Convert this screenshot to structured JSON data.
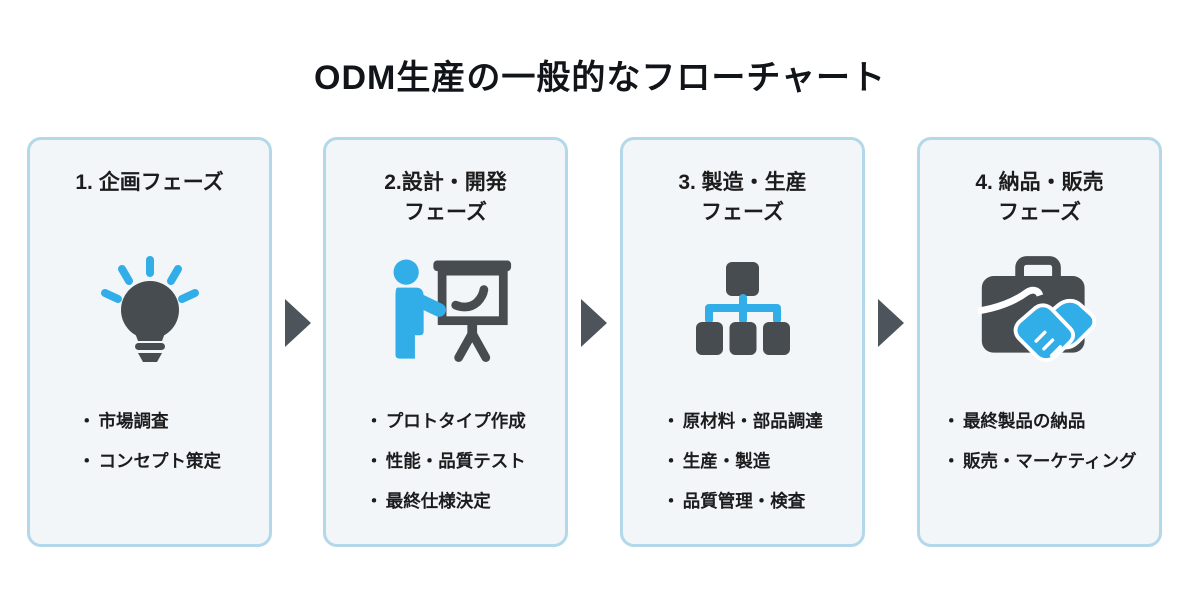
{
  "title": "ODM生産の一般的なフローチャート",
  "bullet_char": "・",
  "colors": {
    "card_background": "#f2f6f9",
    "card_border": "#b3d8ea",
    "icon_dark": "#474c51",
    "icon_blue": "#31ade8",
    "arrow": "#4e545c",
    "text": "#1c1c1c"
  },
  "phases": [
    {
      "title": "1. 企画フェーズ",
      "icon": "lightbulb-icon",
      "items": [
        "市場調査",
        "コンセプト策定"
      ]
    },
    {
      "title": "2.設計・開発\nフェーズ",
      "icon": "presenter-whiteboard-icon",
      "items": [
        "プロトタイプ作成",
        "性能・品質テスト",
        "最終仕様決定"
      ]
    },
    {
      "title": "3. 製造・生産\nフェーズ",
      "icon": "org-chart-icon",
      "items": [
        "原材料・部品調達",
        "生産・製造",
        "品質管理・検査"
      ]
    },
    {
      "title": "4. 納品・販売\nフェーズ",
      "icon": "briefcase-handshake-icon",
      "items": [
        "最終製品の納品",
        "販売・マーケティング"
      ]
    }
  ],
  "connectors": [
    "right-arrow",
    "right-arrow",
    "right-arrow"
  ]
}
